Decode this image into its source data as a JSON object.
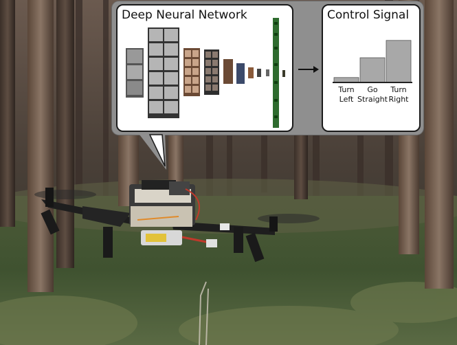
{
  "callout": {
    "network_title": "Deep Neural Network",
    "control_title": "Control Signal"
  },
  "chart_data": {
    "type": "bar",
    "title": "Control Signal",
    "categories": [
      "Turn Left",
      "Go Straight",
      "Turn Right"
    ],
    "category_lines": [
      [
        "Turn",
        "Left"
      ],
      [
        "Go",
        "Straight"
      ],
      [
        "Turn",
        "Right"
      ]
    ],
    "values": [
      0.1,
      0.5,
      0.85
    ],
    "ylim": [
      0,
      1
    ],
    "colors": {
      "bars": "#a8a8a8",
      "baseline": "#222222"
    }
  }
}
